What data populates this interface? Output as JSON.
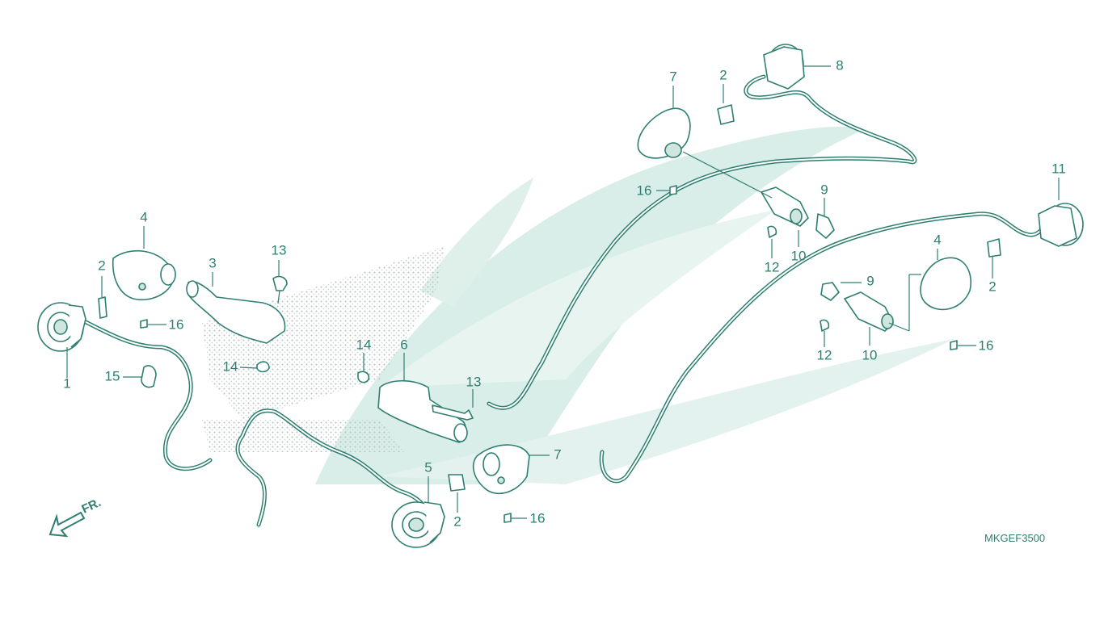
{
  "diagram": {
    "reference_code": "MKGEF3500",
    "front_marker": "FR.",
    "accent_color": "#2e7f72",
    "watermark_color": "#d3ebe5",
    "callouts": {
      "c1": "1",
      "c2a": "2",
      "c2b": "2",
      "c2c": "2",
      "c2d": "2",
      "c3": "3",
      "c4a": "4",
      "c4b": "4",
      "c5": "5",
      "c6": "6",
      "c7a": "7",
      "c7b": "7",
      "c8": "8",
      "c9a": "9",
      "c9b": "9",
      "c10a": "10",
      "c10b": "10",
      "c11": "11",
      "c12a": "12",
      "c12b": "12",
      "c13a": "13",
      "c13b": "13",
      "c14a": "14",
      "c14b": "14",
      "c15": "15",
      "c16a": "16",
      "c16b": "16",
      "c16c": "16",
      "c16d": "16"
    }
  }
}
